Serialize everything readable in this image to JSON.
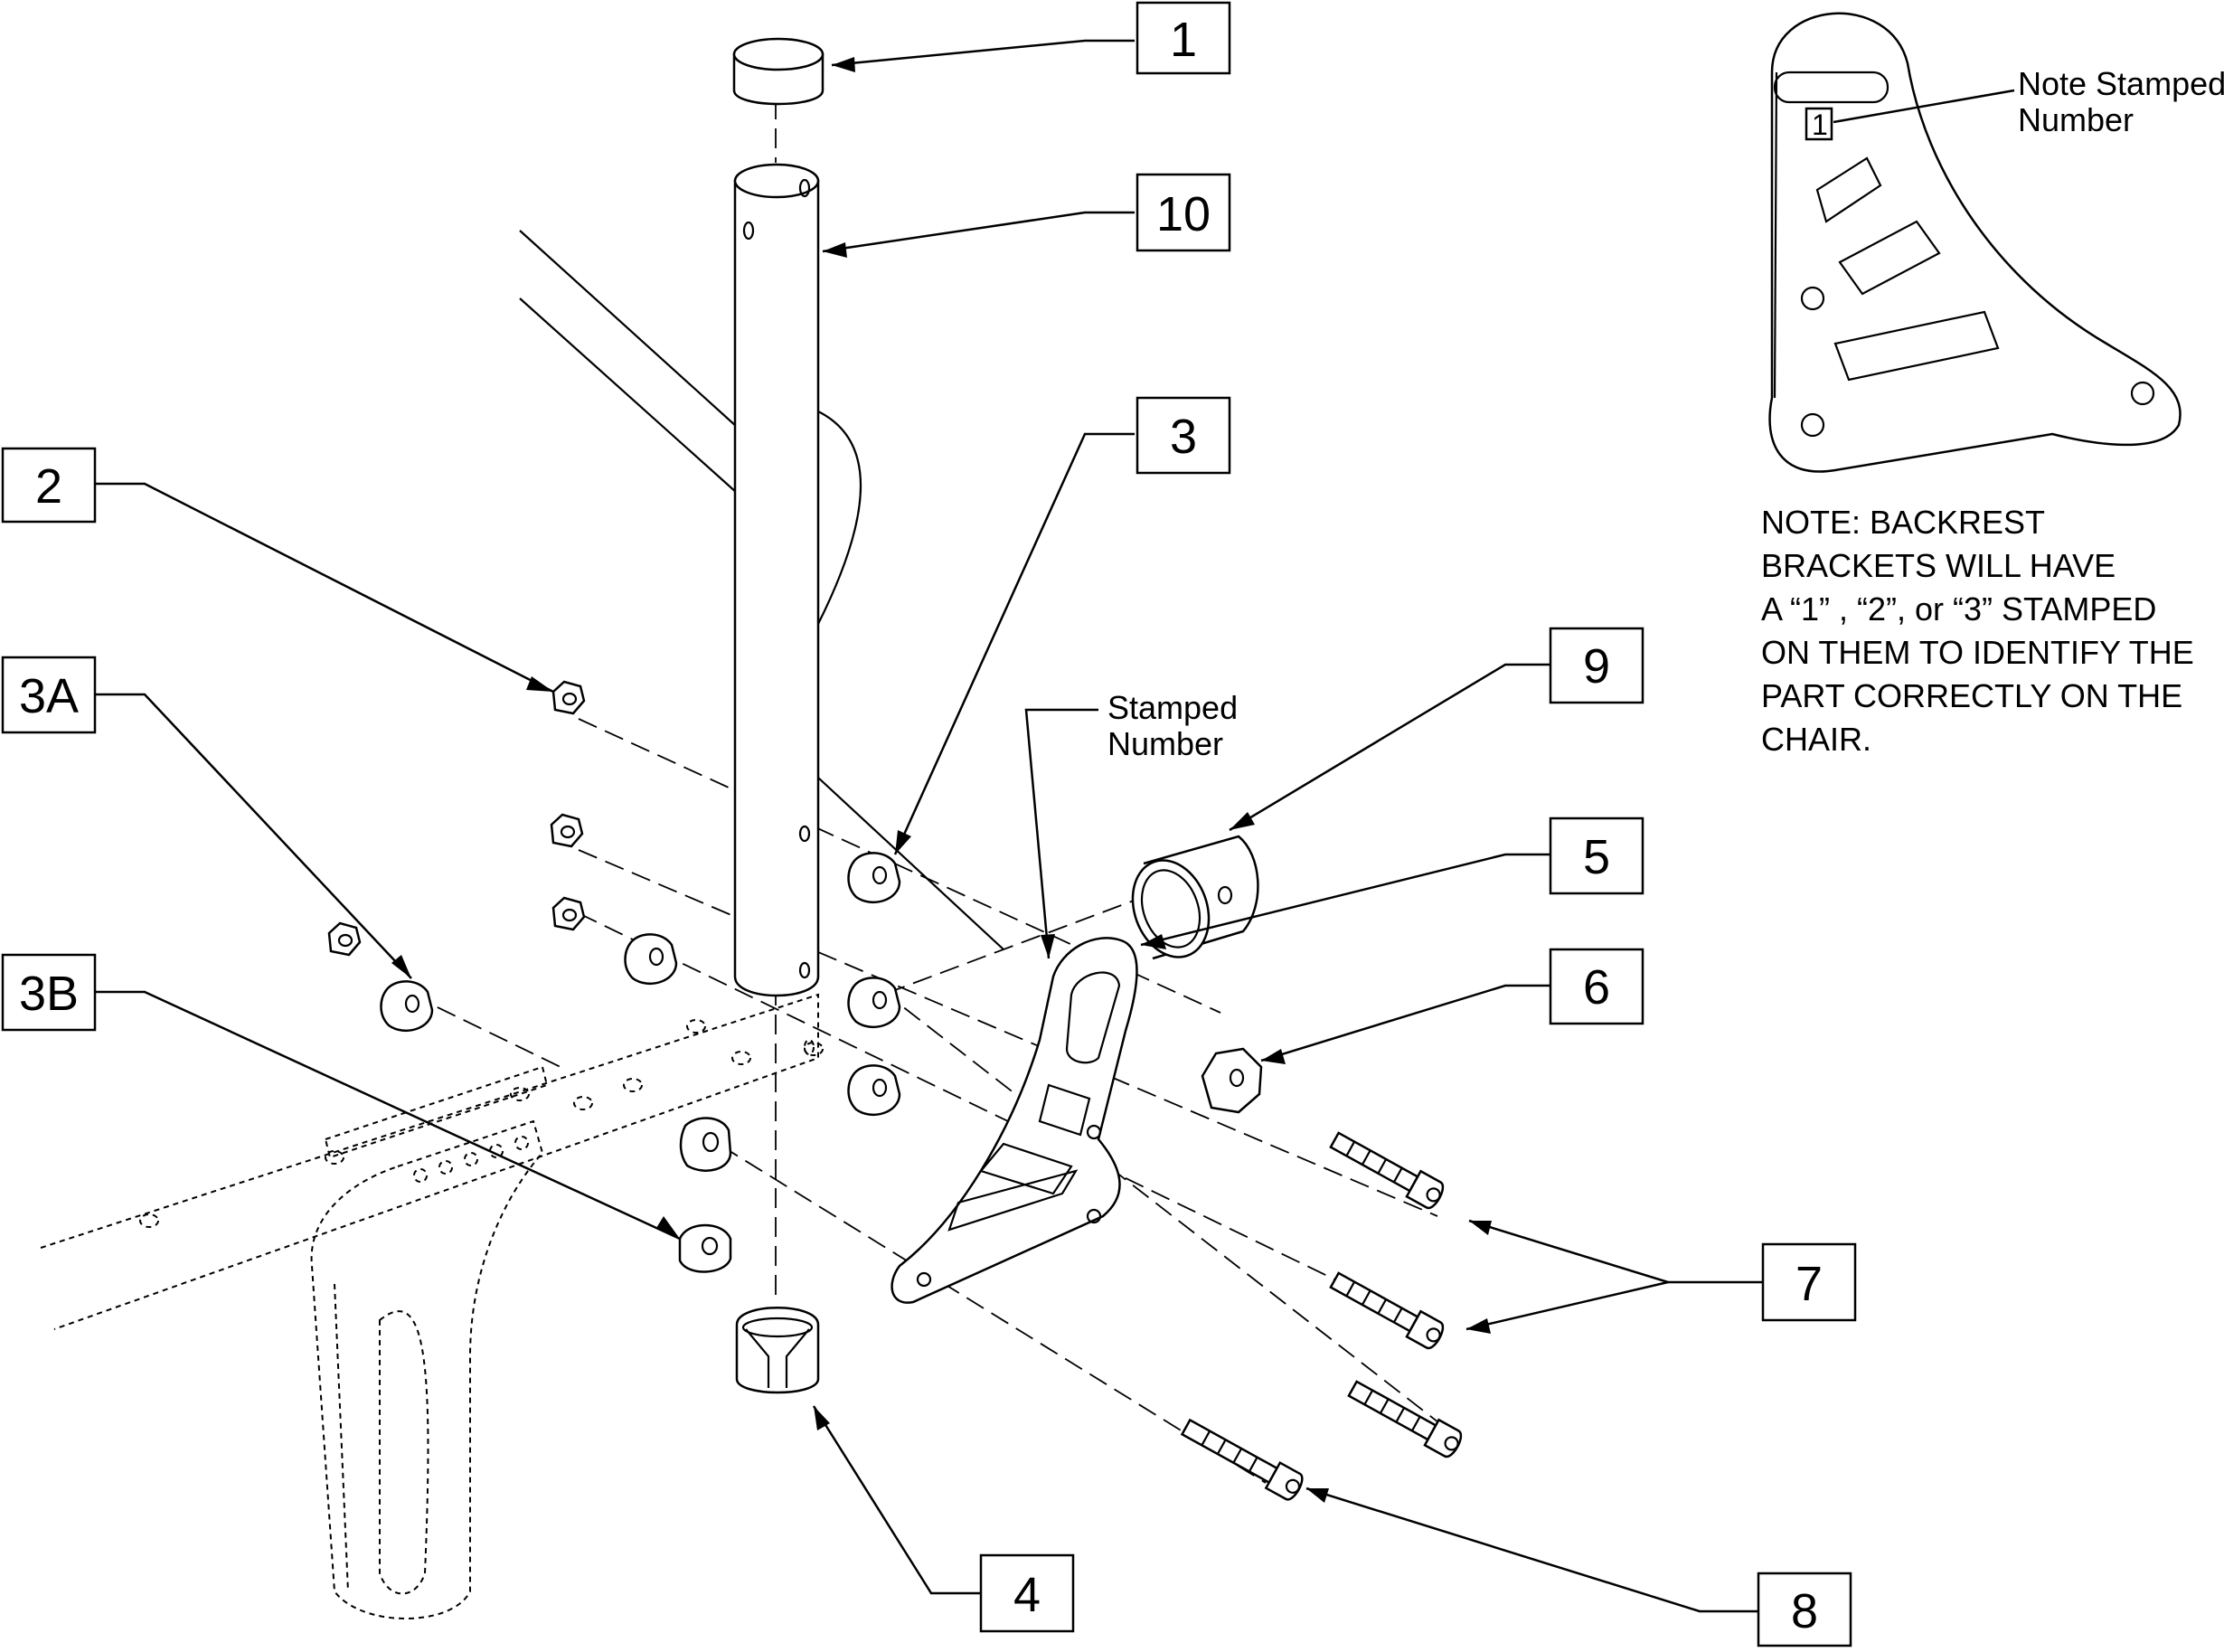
{
  "callouts": [
    {
      "id": "1",
      "label": "1"
    },
    {
      "id": "10",
      "label": "10"
    },
    {
      "id": "2",
      "label": "2"
    },
    {
      "id": "3",
      "label": "3"
    },
    {
      "id": "3A",
      "label": "3A"
    },
    {
      "id": "3B",
      "label": "3B"
    },
    {
      "id": "9",
      "label": "9"
    },
    {
      "id": "5",
      "label": "5"
    },
    {
      "id": "6",
      "label": "6"
    },
    {
      "id": "7",
      "label": "7"
    },
    {
      "id": "4",
      "label": "4"
    },
    {
      "id": "8",
      "label": "8"
    }
  ],
  "annotations": {
    "stamped_number_line1": "Stamped",
    "stamped_number_line2": "Number",
    "note_stamped_line1": "Note Stamped",
    "note_stamped_line2": "Number",
    "bracket_stamp_digit": "1"
  },
  "note": {
    "lines": [
      "NOTE: BACKREST",
      "BRACKETS WILL HAVE",
      "A “1” , “2”, or “3” STAMPED",
      "ON THEM TO IDENTIFY THE",
      "PART CORRECTLY ON THE",
      "CHAIR."
    ]
  }
}
